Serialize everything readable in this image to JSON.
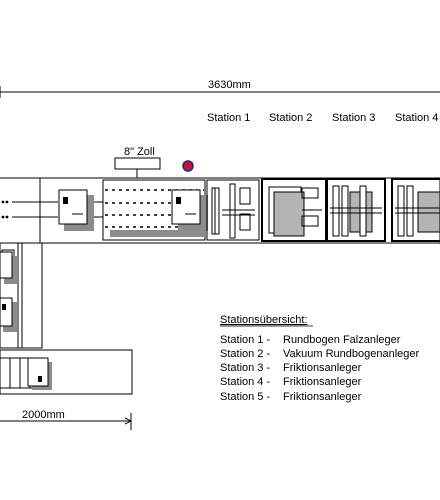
{
  "dimensions": {
    "total_length": "3630mm",
    "side_length": "2000mm"
  },
  "screen_label": "8\" Zoll",
  "stations": [
    "Station 1",
    "Station 2",
    "Station 3",
    "Station 4"
  ],
  "legend": {
    "title": "Stationsübersicht:",
    "items": [
      {
        "station": "Station 1 -",
        "description": "Rundbogen Falzanleger"
      },
      {
        "station": "Station 2 -",
        "description": "Vakuum Rundbogenanleger"
      },
      {
        "station": "Station 3 -",
        "description": "Friktionsanleger"
      },
      {
        "station": "Station 4 -",
        "description": "Friktionsanleger"
      },
      {
        "station": "Station 5 -",
        "description": "Friktionsanleger"
      }
    ]
  },
  "colors": {
    "line": "#000000",
    "shadow": "#8c8c8c",
    "fill_gray": "#b4b4b4",
    "indicator": "#cc1133",
    "indicator_ring": "#1a2a8c"
  }
}
